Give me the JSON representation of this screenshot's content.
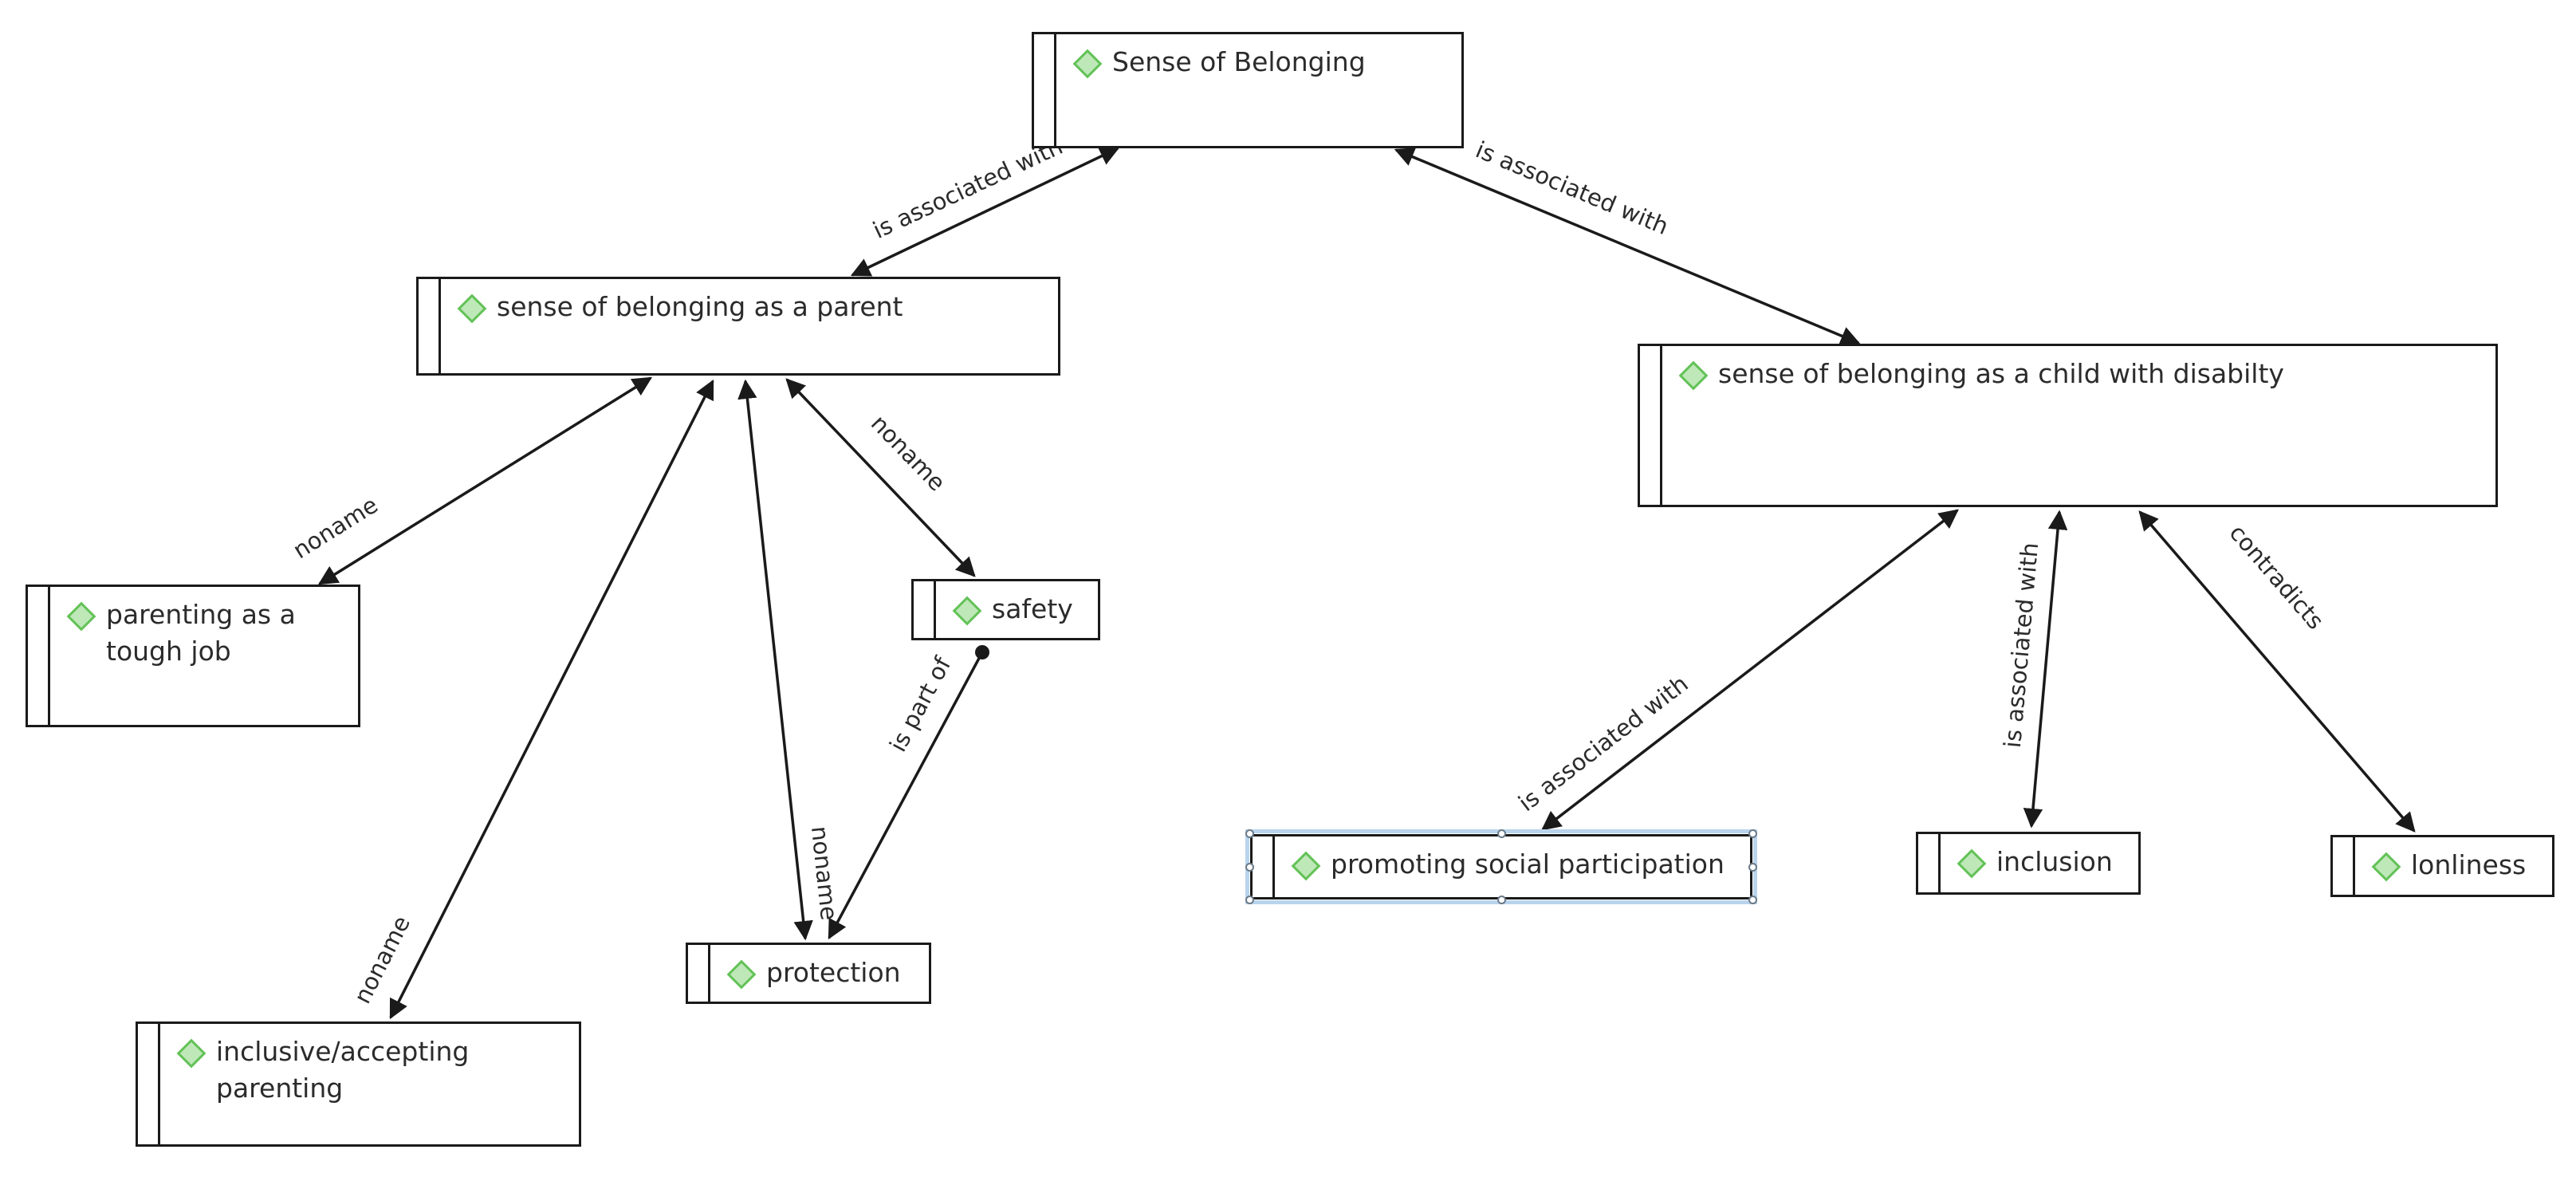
{
  "accent_colors": {
    "concept_icon_fill": "#bfe8b9",
    "concept_icon_stroke": "#63c257",
    "selection": "#b9d4ec"
  },
  "nodes": {
    "sense_of_belonging": {
      "label": "Sense of Belonging",
      "icon": "concept-diamond-icon"
    },
    "belonging_parent": {
      "label": "sense of belonging as a parent",
      "icon": "concept-diamond-icon"
    },
    "belonging_child": {
      "label": "sense of belonging as a child with disabilty",
      "icon": "concept-diamond-icon"
    },
    "parenting_tough": {
      "label": "parenting as a tough job",
      "icon": "concept-diamond-icon"
    },
    "safety": {
      "label": "safety",
      "icon": "concept-diamond-icon"
    },
    "protection": {
      "label": "protection",
      "icon": "concept-diamond-icon"
    },
    "inclusive_parenting": {
      "label": "inclusive/accepting parenting",
      "icon": "concept-diamond-icon"
    },
    "social_participation": {
      "label": "promoting social participation",
      "icon": "concept-diamond-icon",
      "selected": true
    },
    "inclusion": {
      "label": "inclusion",
      "icon": "concept-diamond-icon"
    },
    "lonliness": {
      "label": "lonliness",
      "icon": "concept-diamond-icon"
    }
  },
  "edges": [
    {
      "from": "belonging_parent",
      "to": "sense_of_belonging",
      "label": "is associated with",
      "style": "double-arrow"
    },
    {
      "from": "sense_of_belonging",
      "to": "belonging_child",
      "label": "is associated with",
      "style": "double-arrow"
    },
    {
      "from": "belonging_parent",
      "to": "parenting_tough",
      "label": "noname",
      "style": "double-arrow"
    },
    {
      "from": "belonging_parent",
      "to": "safety",
      "label": "noname",
      "style": "double-arrow"
    },
    {
      "from": "belonging_parent",
      "to": "inclusive_parenting",
      "label": "noname",
      "style": "double-arrow"
    },
    {
      "from": "belonging_parent",
      "to": "protection",
      "label": "noname",
      "style": "double-arrow"
    },
    {
      "from": "safety",
      "to": "protection",
      "label": "is part of",
      "style": "dot-arrow"
    },
    {
      "from": "belonging_child",
      "to": "social_participation",
      "label": "is associated with",
      "style": "double-arrow"
    },
    {
      "from": "belonging_child",
      "to": "inclusion",
      "label": "is associated with",
      "style": "double-arrow"
    },
    {
      "from": "belonging_child",
      "to": "lonliness",
      "label": "contradicts",
      "style": "double-arrow"
    }
  ]
}
